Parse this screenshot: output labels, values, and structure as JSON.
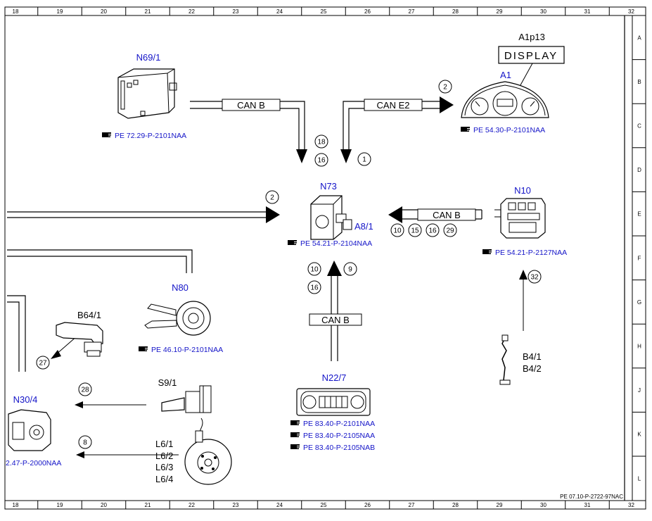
{
  "colors": {
    "label": "#1414c8",
    "line": "#000000",
    "background": "#ffffff"
  },
  "grid": {
    "cols": [
      "18",
      "19",
      "20",
      "21",
      "22",
      "23",
      "24",
      "25",
      "26",
      "27",
      "28",
      "29",
      "30",
      "31",
      "32"
    ],
    "rows": [
      "A",
      "B",
      "C",
      "D",
      "E",
      "F",
      "G",
      "H",
      "J",
      "K",
      "L"
    ]
  },
  "components": {
    "n69_1": {
      "label": "N69/1",
      "ref": "PE 72.29-P-2101NAA"
    },
    "a1p13": {
      "label": "A1p13",
      "display_text": "DISPLAY"
    },
    "a1": {
      "label": "A1",
      "ref": "PE 54.30-P-2101NAA"
    },
    "n73": {
      "label": "N73",
      "sub_label": "A8/1",
      "ref": "PE 54.21-P-2104NAA"
    },
    "n10": {
      "label": "N10",
      "ref": "PE 54.21-P-2127NAA"
    },
    "n80": {
      "label": "N80",
      "ref": "PE 46.10-P-2101NAA"
    },
    "b64_1": {
      "label": "B64/1"
    },
    "s9_1": {
      "label": "S9/1"
    },
    "n30_4": {
      "label": "N30/4",
      "ref": "2.47-P-2000NAA"
    },
    "l6": {
      "labels": [
        "L6/1",
        "L6/2",
        "L6/3",
        "L6/4"
      ]
    },
    "n22_7": {
      "label": "N22/7",
      "refs": [
        "PE 83.40-P-2101NAA",
        "PE 83.40-P-2105NAA",
        "PE 83.40-P-2105NAB"
      ]
    },
    "b4": {
      "labels": [
        "B4/1",
        "B4/2"
      ]
    }
  },
  "buses": {
    "can_b_top": "CAN B",
    "can_e2": "CAN E2",
    "can_b_right": "CAN B",
    "can_b_bottom": "CAN B"
  },
  "signals": {
    "n69_down": [
      "18",
      "16"
    ],
    "a1_down": [
      "1"
    ],
    "a1_top": [
      "2"
    ],
    "left_bus": [
      "2"
    ],
    "n10_bus": [
      "10",
      "15",
      "16",
      "29"
    ],
    "n22_up_left": [
      "10",
      "16"
    ],
    "n22_up_right": [
      "9"
    ],
    "b4_up": [
      "32"
    ],
    "b64_arrow": [
      "27"
    ],
    "s9_arrow": [
      "28"
    ],
    "l6_arrow": [
      "8"
    ]
  },
  "doc_id": "PE 07.10-P-2722-97NAC"
}
